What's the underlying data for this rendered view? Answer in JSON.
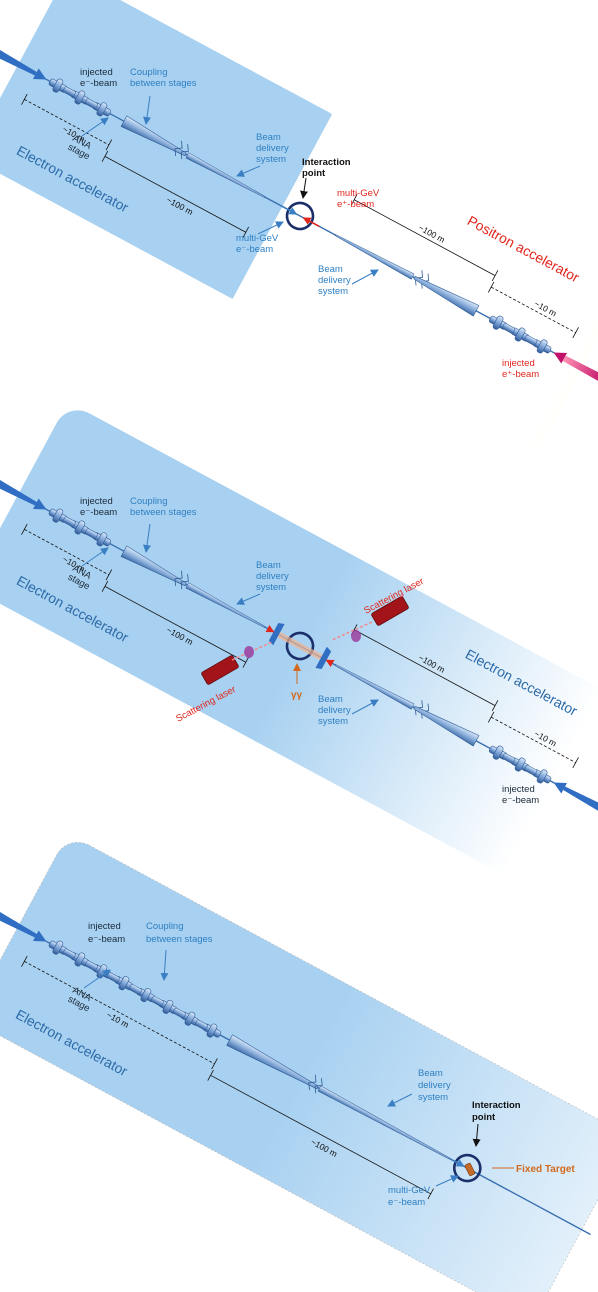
{
  "panel1": {
    "injected_e_minus": [
      "injected",
      "e⁻-beam"
    ],
    "coupling": [
      "Coupling",
      "between stages"
    ],
    "ana_stage": [
      "ANA",
      "stage"
    ],
    "dist_10m_left": "~10 m",
    "dist_100m_left": "~100 m",
    "bds_left": [
      "Beam",
      "delivery",
      "system"
    ],
    "interaction_point": [
      "Interaction",
      "point"
    ],
    "multi_gev_positron": [
      "multi-GeV",
      "e⁺-beam"
    ],
    "multi_gev_electron": [
      "multi-GeV",
      "e⁻-beam"
    ],
    "electron_accelerator": "Electron accelerator",
    "positron_accelerator": "Positron accelerator",
    "dist_100m_right": "~100 m",
    "bds_right": [
      "Beam",
      "delivery",
      "system"
    ],
    "dist_10m_right": "~10 m",
    "injected_e_plus": [
      "injected",
      "e⁺-beam"
    ]
  },
  "panel2": {
    "injected_e_minus": [
      "injected",
      "e⁻-beam"
    ],
    "coupling": [
      "Coupling",
      "between stages"
    ],
    "ana_stage": [
      "ANA",
      "stage"
    ],
    "dist_10m_left": "~10 m",
    "dist_100m_left": "~100 m",
    "bds_left": [
      "Beam",
      "delivery",
      "system"
    ],
    "scattering_laser_top": "Scattering laser",
    "scattering_laser_bottom": "Scattering laser",
    "gamma_gamma": "γγ",
    "electron_accelerator_left": "Electron accelerator",
    "electron_accelerator_right": "Electron accelerator",
    "dist_100m_right": "~100 m",
    "bds_right": [
      "Beam",
      "delivery",
      "system"
    ],
    "dist_10m_right": "~10 m",
    "injected_e_minus_right": [
      "injected",
      "e⁻-beam"
    ]
  },
  "panel3": {
    "injected_e_minus": [
      "injected",
      "e⁻-beam"
    ],
    "coupling": [
      "Coupling",
      "between stages"
    ],
    "ana_stage": [
      "ANA",
      "stage"
    ],
    "dist_10m": "~10 m",
    "electron_accelerator": "Electron accelerator",
    "bds": [
      "Beam",
      "delivery",
      "system"
    ],
    "interaction_point": [
      "Interaction",
      "point"
    ],
    "dist_100m": "~100 m",
    "multi_gev_electron": [
      "multi-GeV",
      "e⁻-beam"
    ],
    "fixed_target": "Fixed Target"
  },
  "colors": {
    "electron_region": "#bcdcf3",
    "positron_region": "#fff200",
    "beam_blue": "#3a6fb0",
    "accent_red": "#e0261d",
    "laser_dark_red": "#a3141a",
    "ip_circle": "#1b2f6b",
    "fixed_target": "#c26a2a"
  }
}
